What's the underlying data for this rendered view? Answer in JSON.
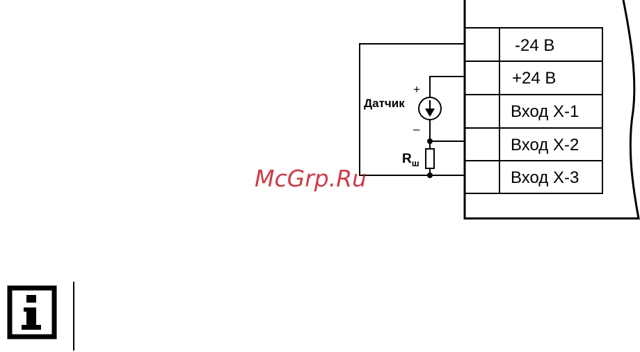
{
  "terminals": [
    {
      "label": "-24 В"
    },
    {
      "label": "+24 В"
    },
    {
      "label": "Вход Х-1"
    },
    {
      "label": "Вход Х-2"
    },
    {
      "label": "Вход Х-3"
    }
  ],
  "sensor": {
    "label": "Датчик",
    "plus_sign": "+",
    "minus_sign": "–"
  },
  "resistor": {
    "label_main": "R",
    "label_sub": "ш"
  },
  "watermark": "McGrp.Ru",
  "info_icon": {
    "glyph": "i"
  },
  "colors": {
    "line": "#000000",
    "watermark": "#c1121f",
    "background": "#ffffff"
  }
}
